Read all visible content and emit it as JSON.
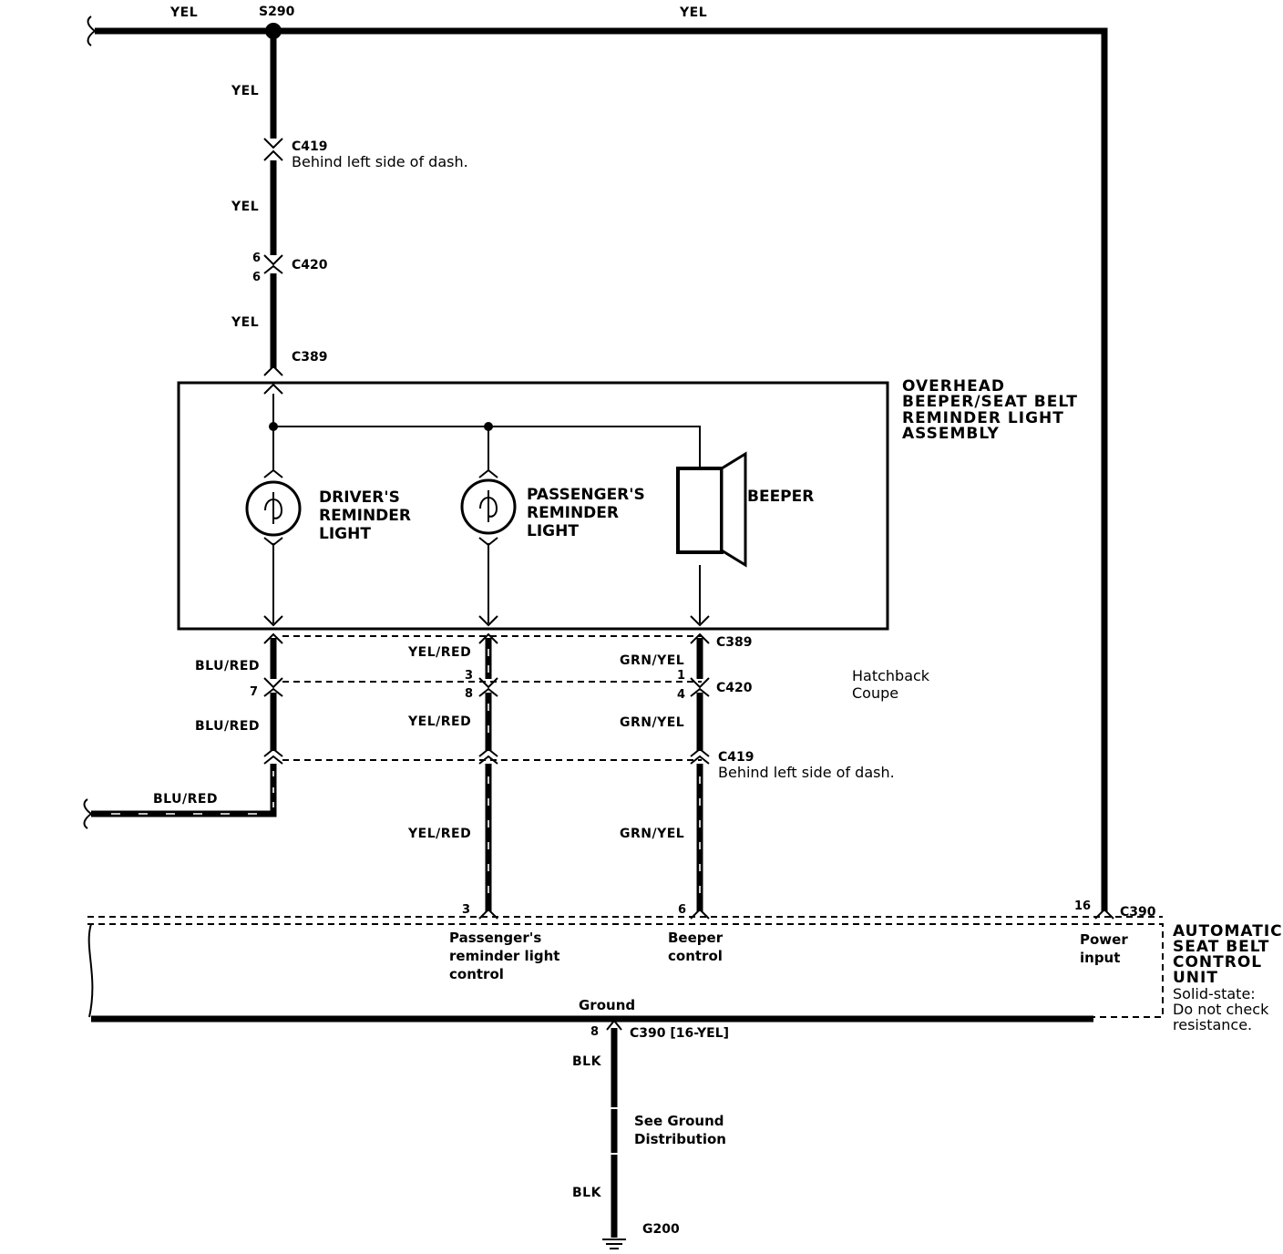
{
  "wires": {
    "yel_top_left": "YEL",
    "yel_top_right": "YEL",
    "yel_1": "YEL",
    "yel_2": "YEL",
    "yel_3": "YEL",
    "blu_red_1": "BLU/RED",
    "blu_red_2": "BLU/RED",
    "blu_red_3": "BLU/RED",
    "yel_red_1": "YEL/RED",
    "yel_red_2": "YEL/RED",
    "yel_red_3": "YEL/RED",
    "grn_yel_1": "GRN/YEL",
    "grn_yel_2": "GRN/YEL",
    "grn_yel_3": "GRN/YEL",
    "blk_1": "BLK",
    "blk_2": "BLK"
  },
  "splice": "S290",
  "connectors": {
    "c419_top": "C419",
    "c419_top_note": "Behind left side of dash.",
    "c420_top": "C420",
    "c389_top": "C389",
    "c389_bottom": "C389",
    "c420_bottom": "C420",
    "c419_bottom": "C419",
    "c419_bottom_note": "Behind left side of dash.",
    "c390_right": "C390",
    "c390_ground": "C390 [16-YEL]",
    "ground": "G200"
  },
  "pins": {
    "c420_top_a": "6",
    "c420_top_b": "6",
    "driver_c420": "7",
    "pass_c420_a": "3",
    "pass_c420_b": "8",
    "beep_c420_a": "1",
    "beep_c420_b": "4",
    "pass_unit": "3",
    "beep_unit": "6",
    "power_unit": "16",
    "ground_unit": "8"
  },
  "assembly_title": [
    "OVERHEAD",
    "BEEPER/SEAT BELT",
    "REMINDER LIGHT",
    "ASSEMBLY"
  ],
  "driver_light": [
    "DRIVER'S",
    "REMINDER",
    "LIGHT"
  ],
  "passenger_light": [
    "PASSENGER'S",
    "REMINDER",
    "LIGHT"
  ],
  "beeper": "BEEPER",
  "hatchback_note": [
    "Hatchback",
    "Coupe"
  ],
  "unit_labels": {
    "passenger": [
      "Passenger's",
      "reminder light",
      "control"
    ],
    "beeper": [
      "Beeper",
      "control"
    ],
    "power": [
      "Power",
      "input"
    ],
    "ground": "Ground"
  },
  "unit_title": [
    "AUTOMATIC",
    "SEAT BELT",
    "CONTROL",
    "UNIT"
  ],
  "unit_note": [
    "Solid-state:",
    "Do not check",
    "resistance."
  ],
  "see_ground": [
    "See Ground",
    "Distribution"
  ]
}
